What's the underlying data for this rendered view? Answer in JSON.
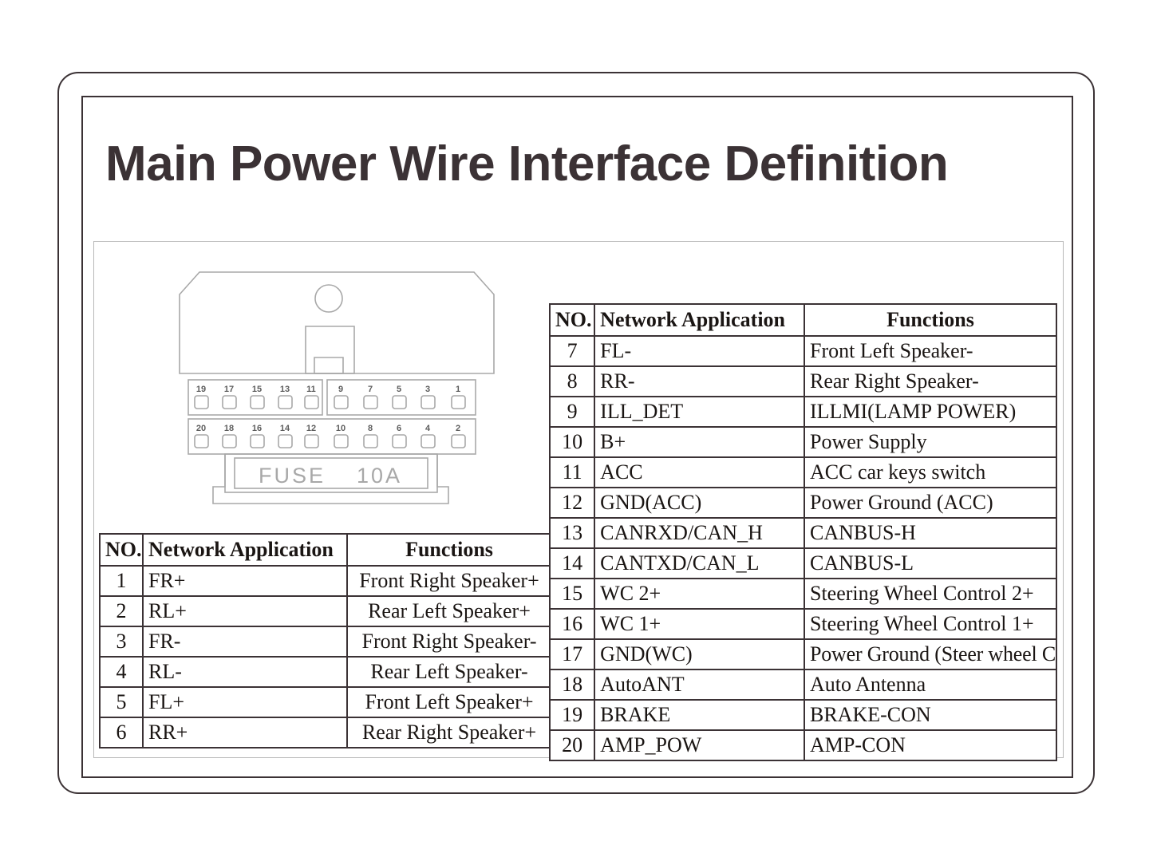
{
  "page": {
    "title": "Main Power Wire Interface Definition"
  },
  "connector": {
    "fuse_label": "FUSE",
    "fuse_rating": "10A",
    "pins_top_left_group": [
      "19",
      "17",
      "15",
      "13",
      "11"
    ],
    "pins_top_right_group": [
      "9",
      "7",
      "5",
      "3",
      "1"
    ],
    "pins_bottom_row": [
      "20",
      "18",
      "16",
      "14",
      "12",
      "10",
      "8",
      "6",
      "4",
      "2"
    ]
  },
  "tables": {
    "headers": {
      "no": "NO.",
      "network_application": "Network Application",
      "functions": "Functions"
    },
    "left_rows": [
      {
        "no": "1",
        "net": "FR+",
        "fn": "Front Right Speaker+"
      },
      {
        "no": "2",
        "net": "RL+",
        "fn": "Rear Left Speaker+"
      },
      {
        "no": "3",
        "net": "FR-",
        "fn": "Front Right Speaker-"
      },
      {
        "no": "4",
        "net": "RL-",
        "fn": "Rear Left Speaker-"
      },
      {
        "no": "5",
        "net": "FL+",
        "fn": "Front Left Speaker+"
      },
      {
        "no": "6",
        "net": "RR+",
        "fn": "Rear Right Speaker+"
      }
    ],
    "right_rows": [
      {
        "no": "7",
        "net": "FL-",
        "fn": "Front Left Speaker-"
      },
      {
        "no": "8",
        "net": "RR-",
        "fn": "Rear Right Speaker-"
      },
      {
        "no": "9",
        "net": "ILL_DET",
        "fn": "ILLMI(LAMP POWER)"
      },
      {
        "no": "10",
        "net": "B+",
        "fn": "Power Supply"
      },
      {
        "no": "11",
        "net": "ACC",
        "fn": "ACC car keys switch"
      },
      {
        "no": "12",
        "net": "GND(ACC)",
        "fn": "Power Ground (ACC)"
      },
      {
        "no": "13",
        "net": "CANRXD/CAN_H",
        "fn": "CANBUS-H"
      },
      {
        "no": "14",
        "net": "CANTXD/CAN_L",
        "fn": "CANBUS-L"
      },
      {
        "no": "15",
        "net": "WC 2+",
        "fn": "Steering Wheel Control 2+"
      },
      {
        "no": "16",
        "net": "WC 1+",
        "fn": "Steering Wheel Control 1+"
      },
      {
        "no": "17",
        "net": "GND(WC)",
        "fn": "Power Ground (Steer wheel Control)",
        "small": true
      },
      {
        "no": "18",
        "net": "AutoANT",
        "fn": "Auto Antenna"
      },
      {
        "no": "19",
        "net": "BRAKE",
        "fn": "BRAKE-CON"
      },
      {
        "no": "20",
        "net": "AMP_POW",
        "fn": "AMP-CON"
      }
    ]
  },
  "colors": {
    "frame": "#3b3235",
    "text": "#1a1513",
    "panel_border": "#b9b9b9",
    "drawing_line": "#a8a8a8",
    "background": "#ffffff"
  }
}
